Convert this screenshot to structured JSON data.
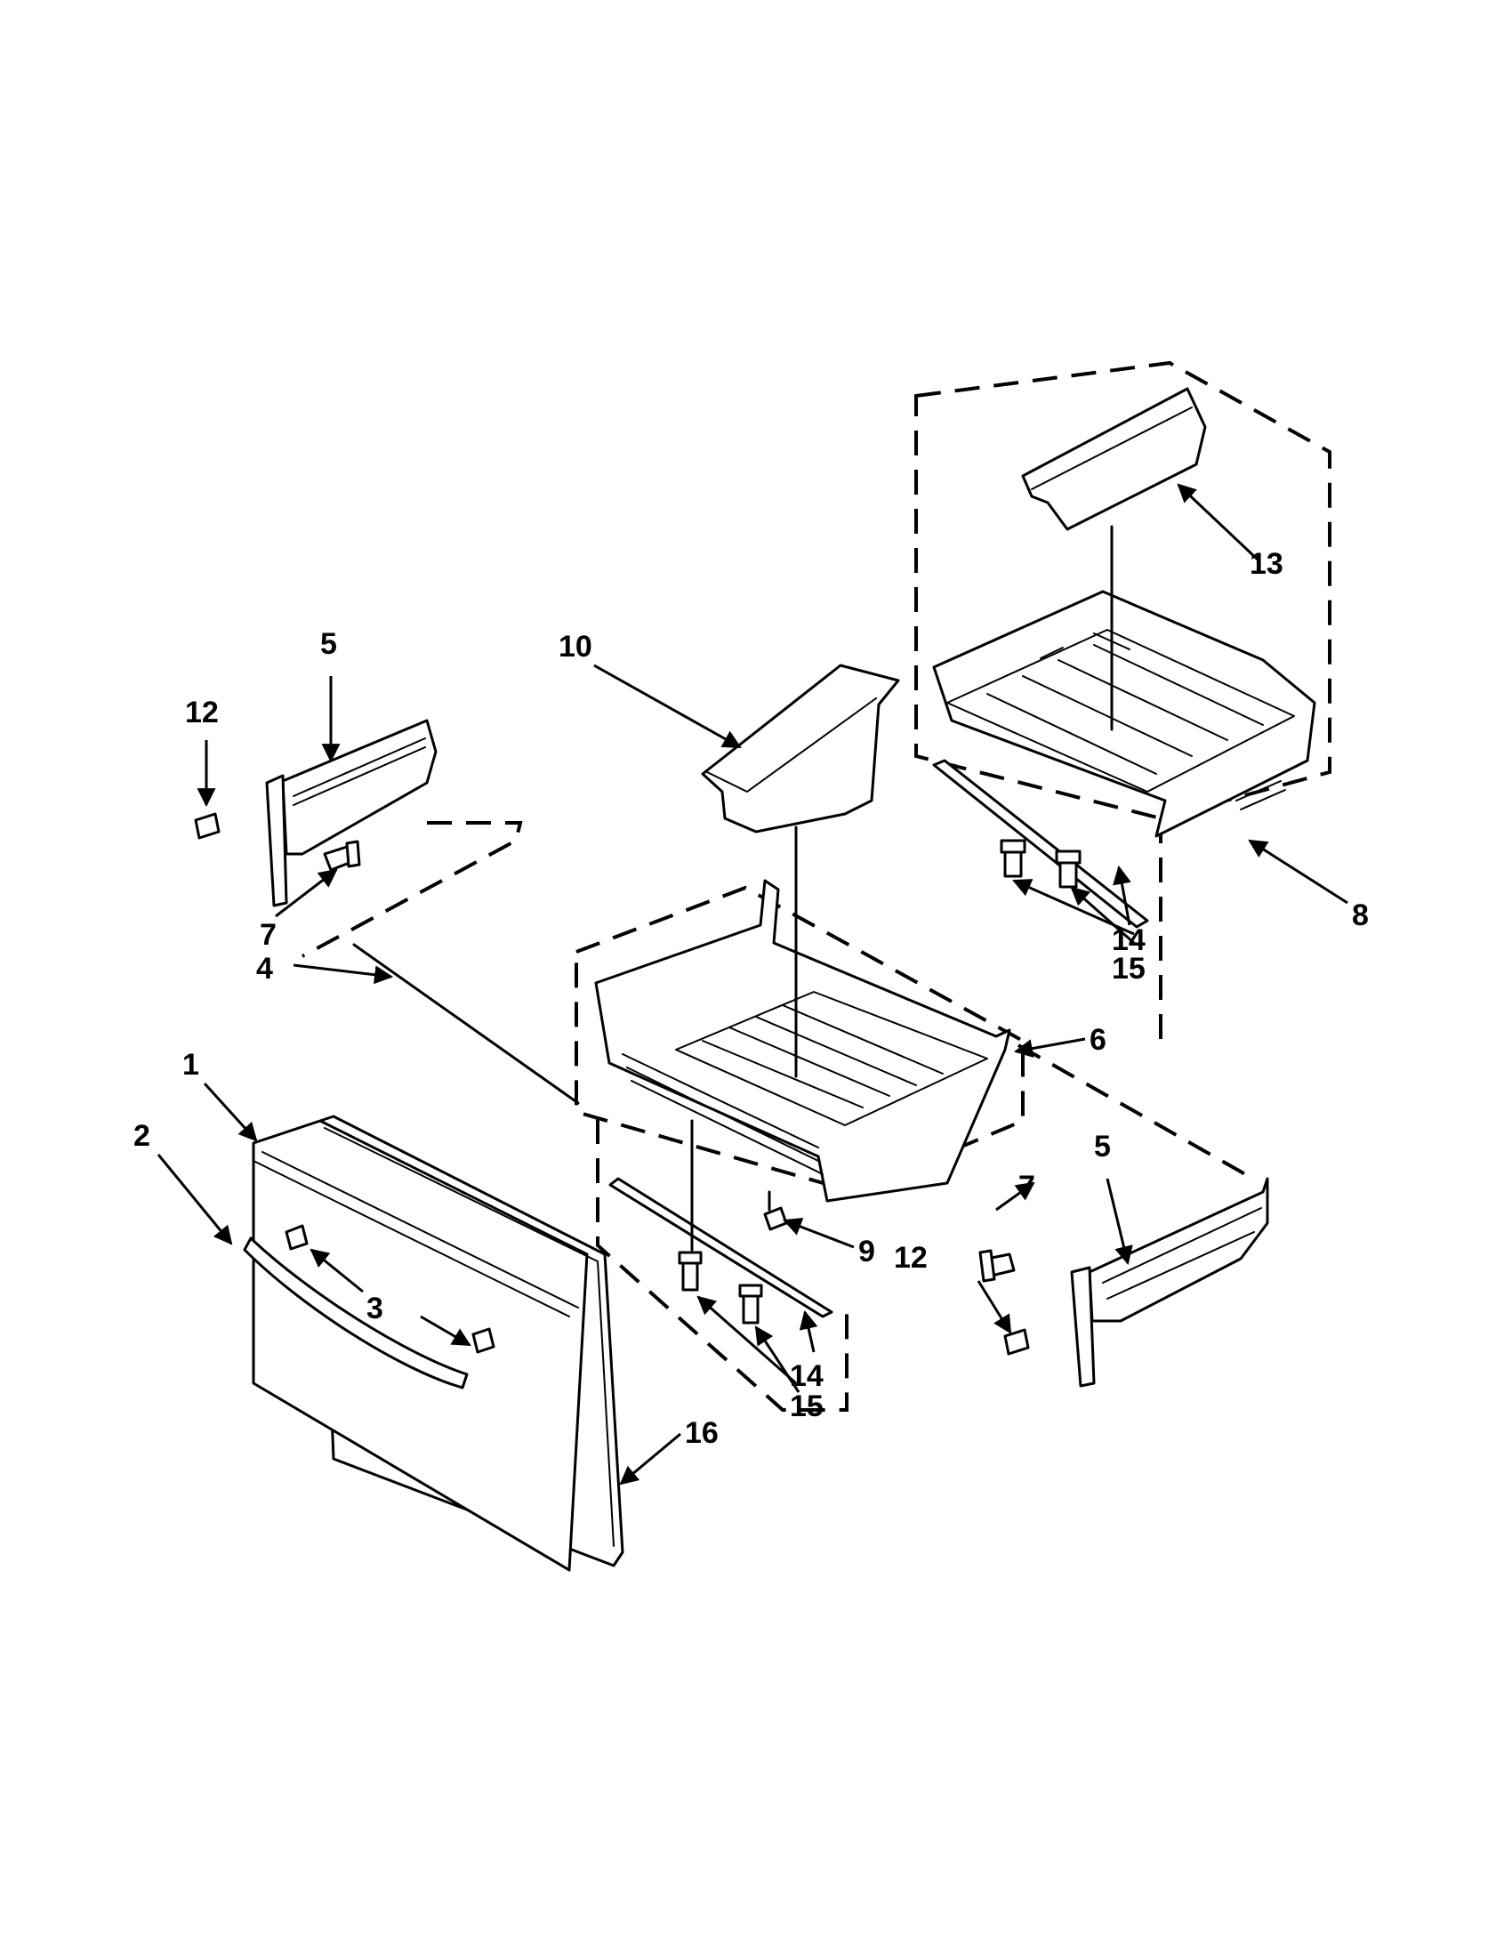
{
  "callouts": {
    "c1": "1",
    "c2": "2",
    "c3": "3",
    "c4": "4",
    "c5a": "5",
    "c5b": "5",
    "c6": "6",
    "c7a": "7",
    "c7b": "7",
    "c8": "8",
    "c9": "9",
    "c10": "10",
    "c12a": "12",
    "c12b": "12",
    "c13": "13",
    "c14a": "14",
    "c15a": "15",
    "c14b": "14",
    "c15b": "15",
    "c16": "16"
  },
  "colors": {
    "line": "#000000",
    "background": "#ffffff"
  }
}
